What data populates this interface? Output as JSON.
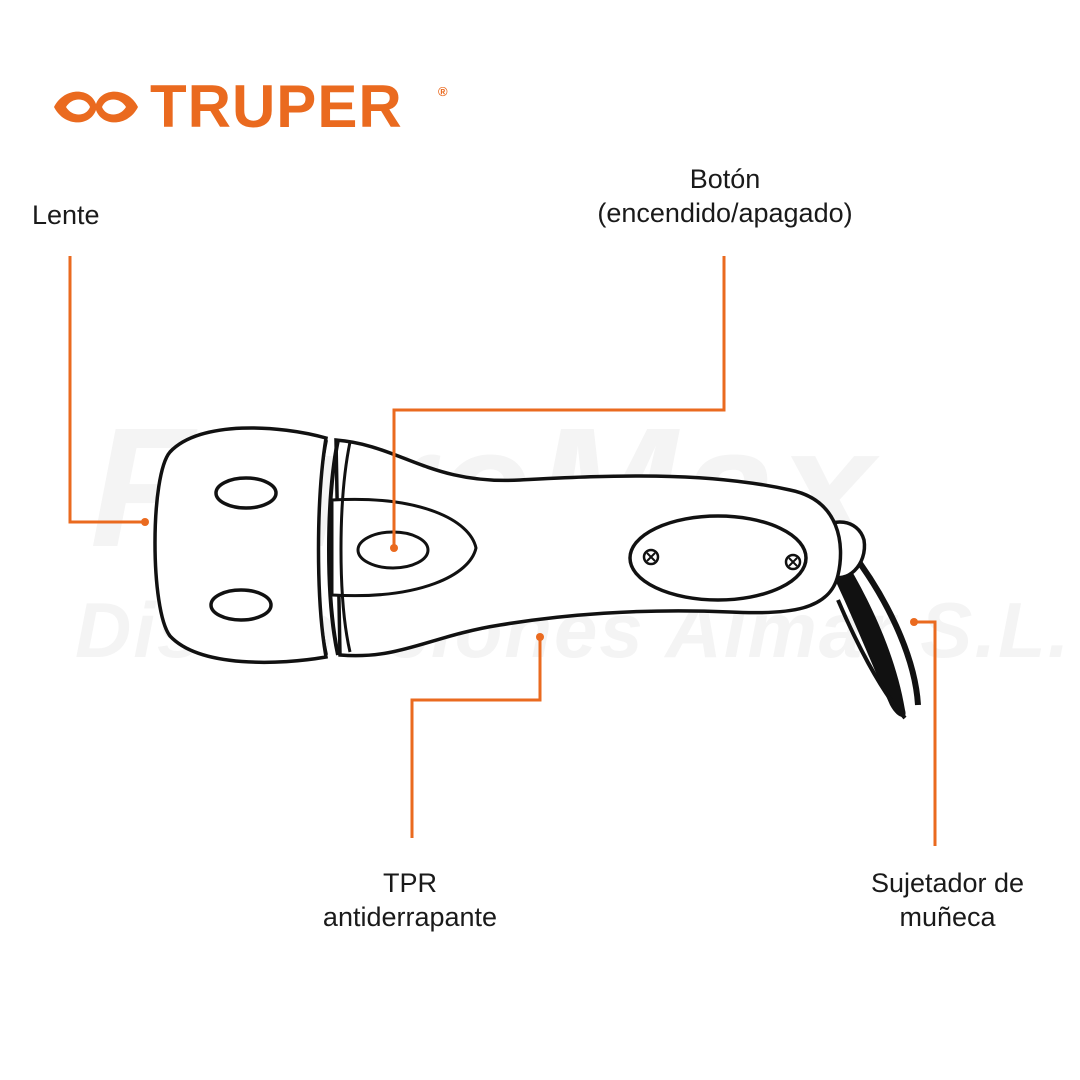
{
  "brand": {
    "name": "TRUPER",
    "registered_mark": "®",
    "color": "#ea6a1f"
  },
  "watermark": {
    "line1": "FerreMax",
    "line2": "Distribuciones Almar S.L."
  },
  "labels": {
    "lente": "Lente",
    "boton_line1": "Botón",
    "boton_line2": "(encendido/apagado)",
    "tpr_line1": "TPR",
    "tpr_line2": "antiderrapante",
    "sujetador_line1": "Sujetador de",
    "sujetador_line2": "muñeca"
  },
  "colors": {
    "leader_line": "#ea6a1f",
    "outline": "#111111"
  }
}
